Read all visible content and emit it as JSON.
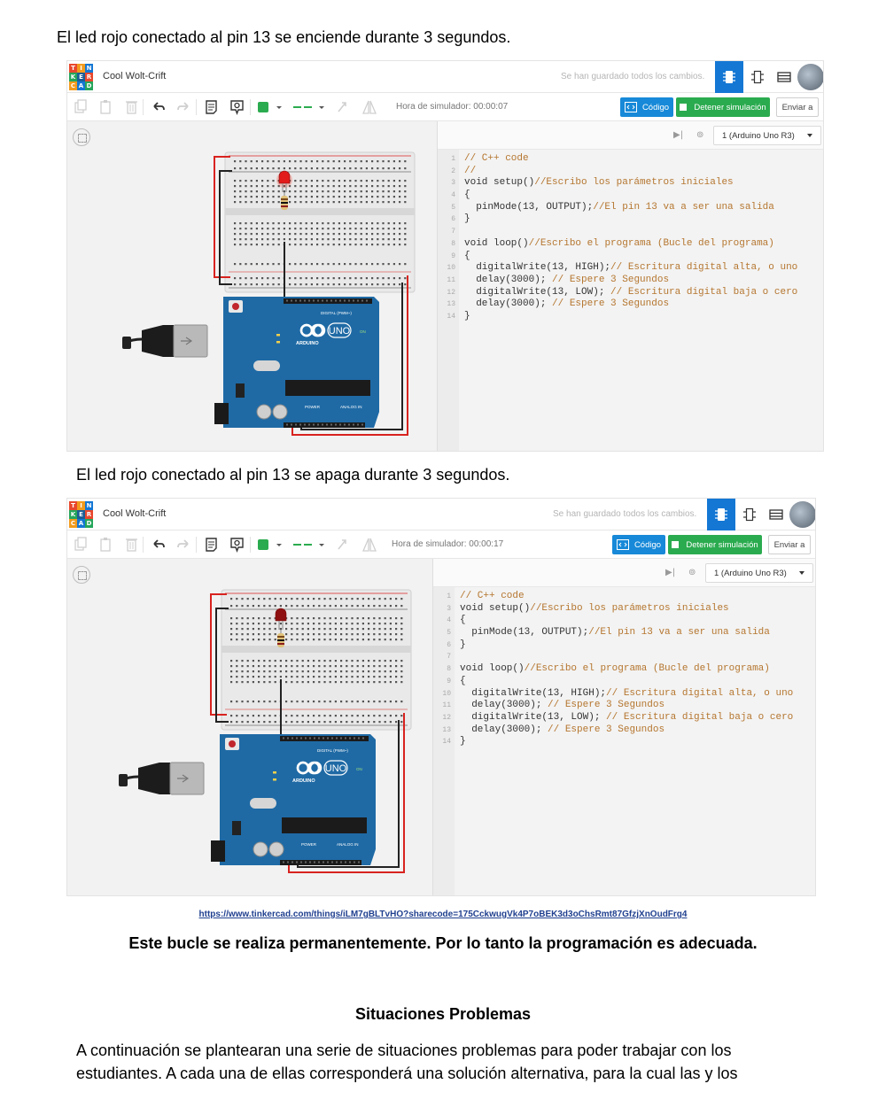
{
  "captions": {
    "first": "El led rojo conectado al pin 13 se enciende durante 3 segundos.",
    "second": "El led rojo conectado al pin 13 se apaga durante 3 segundos."
  },
  "screenshots": [
    {
      "logo_letters": [
        "T",
        "I",
        "N",
        "K",
        "E",
        "R",
        "C",
        "A",
        "D"
      ],
      "project_name": "Cool Wolt-Crift",
      "saved_status": "Se han guardado todos los cambios.",
      "sim_time": "Hora de simulador: 00:00:07",
      "code_button": "Código",
      "stop_button": "Detener simulación",
      "send_button": "Enviar a",
      "board_select": "1 (Arduino Uno R3)",
      "led_state": "on"
    },
    {
      "logo_letters": [
        "T",
        "I",
        "N",
        "K",
        "E",
        "R",
        "C",
        "A",
        "D"
      ],
      "project_name": "Cool Wolt-Crift",
      "saved_status": "Se han guardado todos los cambios.",
      "sim_time": "Hora de simulador: 00:00:17",
      "code_button": "Código",
      "stop_button": "Detener simulación",
      "send_button": "Enviar a",
      "board_select": "1 (Arduino Uno R3)",
      "led_state": "off"
    }
  ],
  "code_lines": [
    {
      "num": "1",
      "code": "",
      "comment": "// C++ code"
    },
    {
      "num": "2",
      "code": "",
      "comment": "//"
    },
    {
      "num": "3",
      "code": "void setup()",
      "comment": "//Escribo los parámetros iniciales"
    },
    {
      "num": "4",
      "code": "{",
      "comment": ""
    },
    {
      "num": "5",
      "code": "  pinMode(13, OUTPUT);",
      "comment": "//El pin 13 va a ser una salida"
    },
    {
      "num": "6",
      "code": "}",
      "comment": ""
    },
    {
      "num": "7",
      "code": "",
      "comment": ""
    },
    {
      "num": "8",
      "code": "void loop()",
      "comment": "//Escribo el programa (Bucle del programa)"
    },
    {
      "num": "9",
      "code": "{",
      "comment": ""
    },
    {
      "num": "10",
      "code": "  digitalWrite(13, HIGH);",
      "comment": "// Escritura digital alta, o uno"
    },
    {
      "num": "11",
      "code": "  delay(3000); ",
      "comment": "// Espere 3 Segundos"
    },
    {
      "num": "12",
      "code": "  digitalWrite(13, LOW); ",
      "comment": "// Escritura digital baja o cero"
    },
    {
      "num": "13",
      "code": "  delay(3000); ",
      "comment": "// Espere 3 Segundos"
    },
    {
      "num": "14",
      "code": "}",
      "comment": ""
    }
  ],
  "code_line_second_shot_skip": "2",
  "board_labels": {
    "brand": "ARDUINO",
    "model": "UNO",
    "digital": "DIGITAL (PWM~)",
    "power": "POWER",
    "analog": "ANALOG IN",
    "on": "ON"
  },
  "link": "https://www.tinkercad.com/things/iLM7gBLTvHO?sharecode=175CckwugVk4P7oBEK3d3oChsRmt87GfzjXnOudFrg4",
  "conclusion": "Este bucle se realiza permanentemente. Por lo tanto la programación es adecuada.",
  "section_heading": "Situaciones Problemas",
  "paragraph": "A continuación se plantearan una serie de situaciones problemas para poder trabajar con los estudiantes. A cada una de ellas corresponderá una solución alternativa, para la cual las y los",
  "colors": {
    "accent_blue": "#1477d4",
    "stop_green": "#2bab4f",
    "led_on": "#e21b1b",
    "led_off": "#8e1010",
    "board_blue": "#1f6aa5",
    "wire_red": "#d8231f",
    "wire_black": "#222222",
    "comment": "#b5762f"
  }
}
